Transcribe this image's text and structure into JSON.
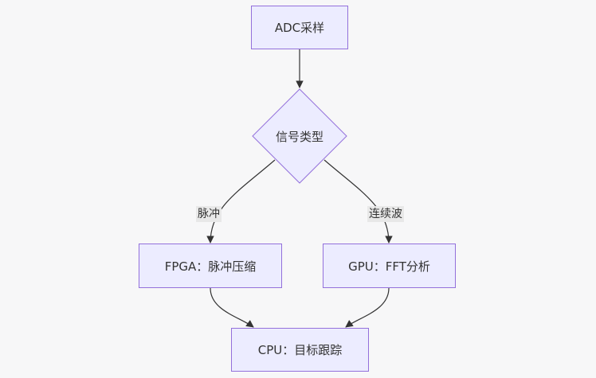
{
  "nodes": {
    "adc": "ADC采样",
    "decision": "信号类型",
    "fpga": "FPGA：脉冲压缩",
    "gpu": "GPU：FFT分析",
    "cpu": "CPU：目标跟踪"
  },
  "edge_labels": {
    "pulse": "脉冲",
    "continuous": "连续波"
  },
  "colors": {
    "node_fill": "#ECECFF",
    "node_stroke": "#9370DB",
    "edge": "#333333",
    "label_bg": "#e8e8e8"
  }
}
